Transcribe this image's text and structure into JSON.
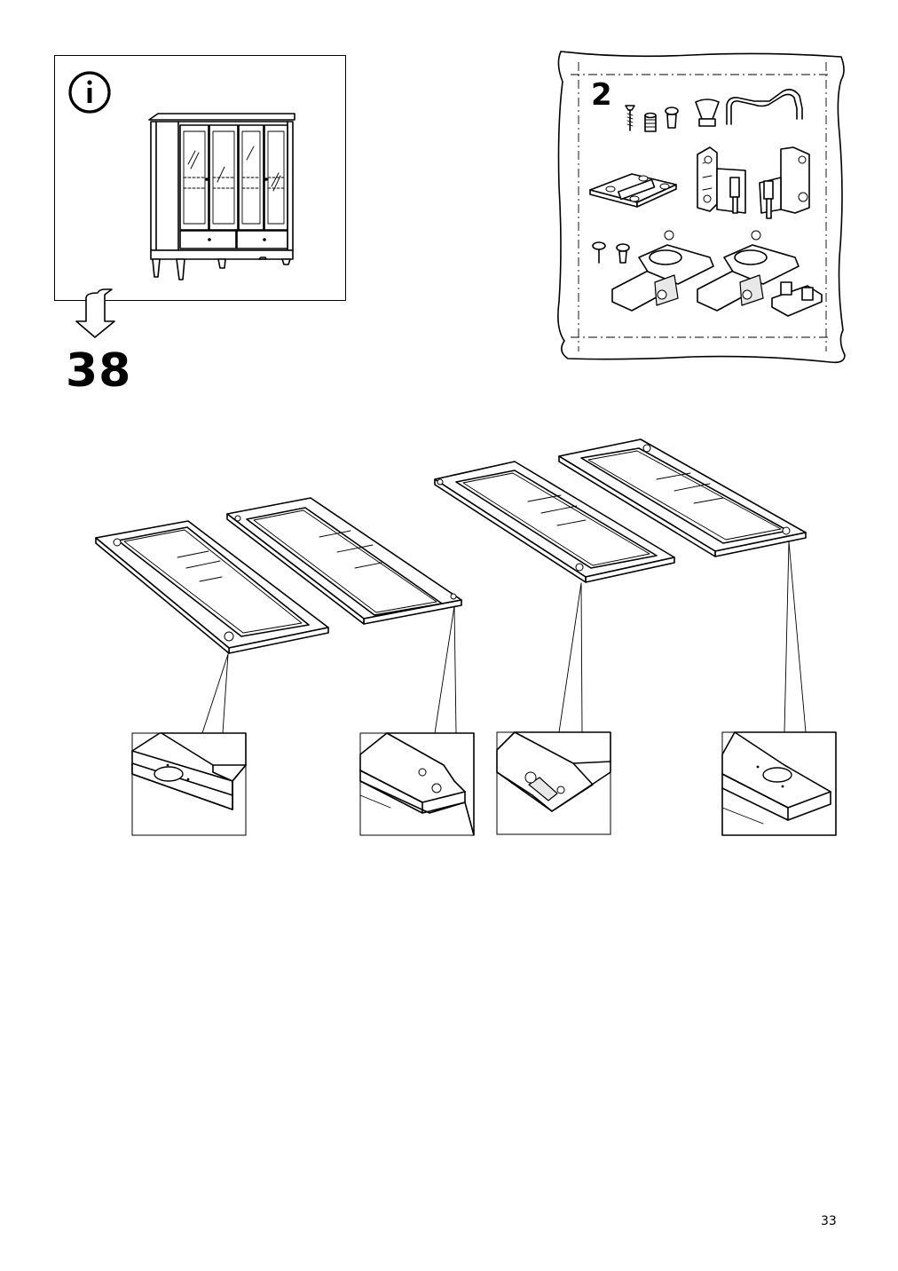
{
  "info_panel": {
    "icon": "info-icon"
  },
  "step": {
    "number": "38"
  },
  "parts_bag": {
    "count": "2"
  },
  "page": {
    "number": "33"
  },
  "details": [
    "left-door-lower-corner",
    "left-door-upper-corner",
    "right-door-lower-corner",
    "right-door-upper-corner"
  ]
}
